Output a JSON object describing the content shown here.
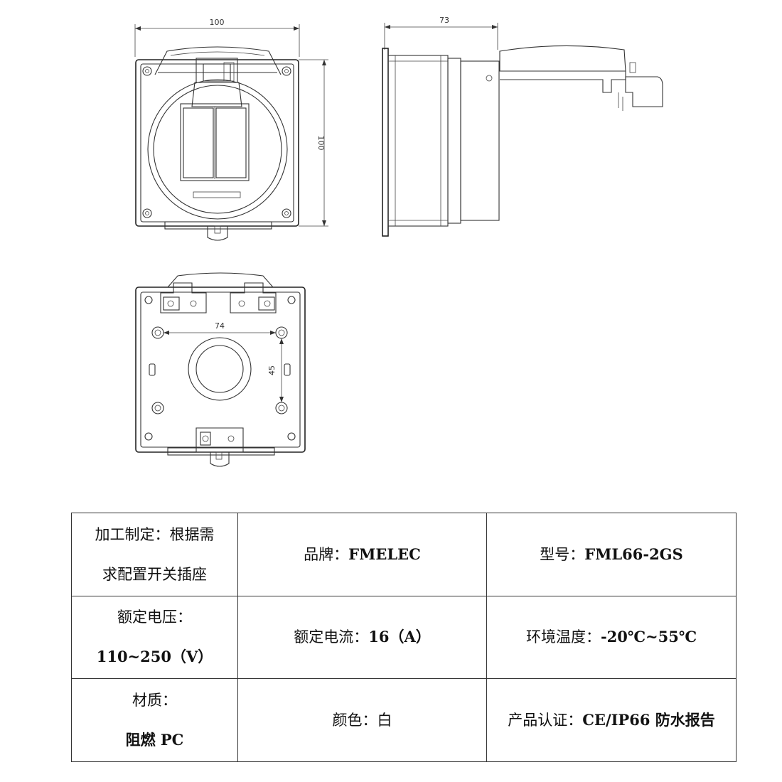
{
  "dimensions": {
    "front_width": "100",
    "front_height": "100",
    "side_depth": "73",
    "back_hole_spacing_x": "74",
    "back_hole_spacing_y": "45"
  },
  "specs": [
    {
      "label": "加工制定：根据需",
      "label2": "求配置开关插座",
      "value": ""
    },
    {
      "label": "品牌：",
      "value": "FMELEC"
    },
    {
      "label": "型号：",
      "value": "FML66-2GS"
    },
    {
      "label": "额定电压：",
      "value": "110~250（V）"
    },
    {
      "label": "额定电流：",
      "value": "16（A）"
    },
    {
      "label": "环境温度：",
      "value": "-20℃~55℃"
    },
    {
      "label": "材质：",
      "value": "阻燃 PC"
    },
    {
      "label": "颜色：",
      "value": "白"
    },
    {
      "label": "产品认证：",
      "value": "CE/IP66 防水报告"
    }
  ]
}
